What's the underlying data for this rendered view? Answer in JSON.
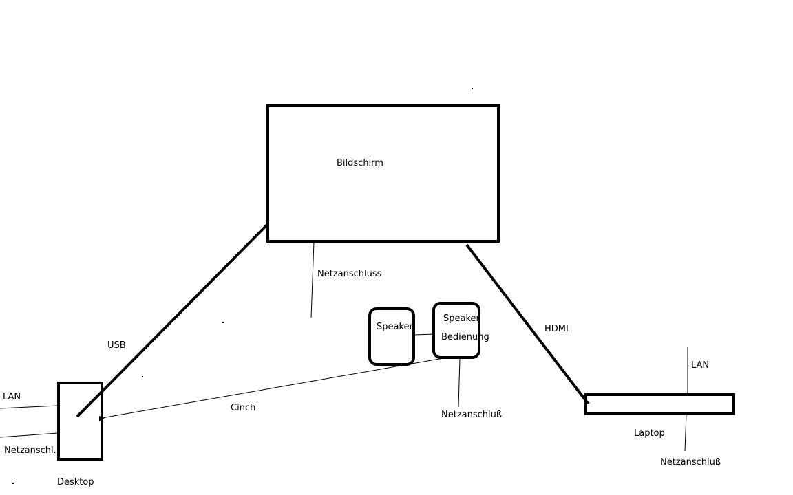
{
  "labels": {
    "monitor": "Bildschirm",
    "monitor_power": "Netzanschluss",
    "usb": "USB",
    "hdmi": "HDMI",
    "speaker": "Speaker",
    "speaker_control_line1": "Speaker",
    "speaker_control_line2": "Bedienung",
    "speaker_power": "Netzanschluß",
    "cinch": "Cinch",
    "desktop_lan": "LAN",
    "desktop_power": "Netzanschl.",
    "desktop": "Desktop",
    "laptop_lan": "LAN",
    "laptop": "Laptop",
    "laptop_power": "Netzanschluß"
  },
  "colors": {
    "stroke": "#000000",
    "background": "#ffffff"
  }
}
